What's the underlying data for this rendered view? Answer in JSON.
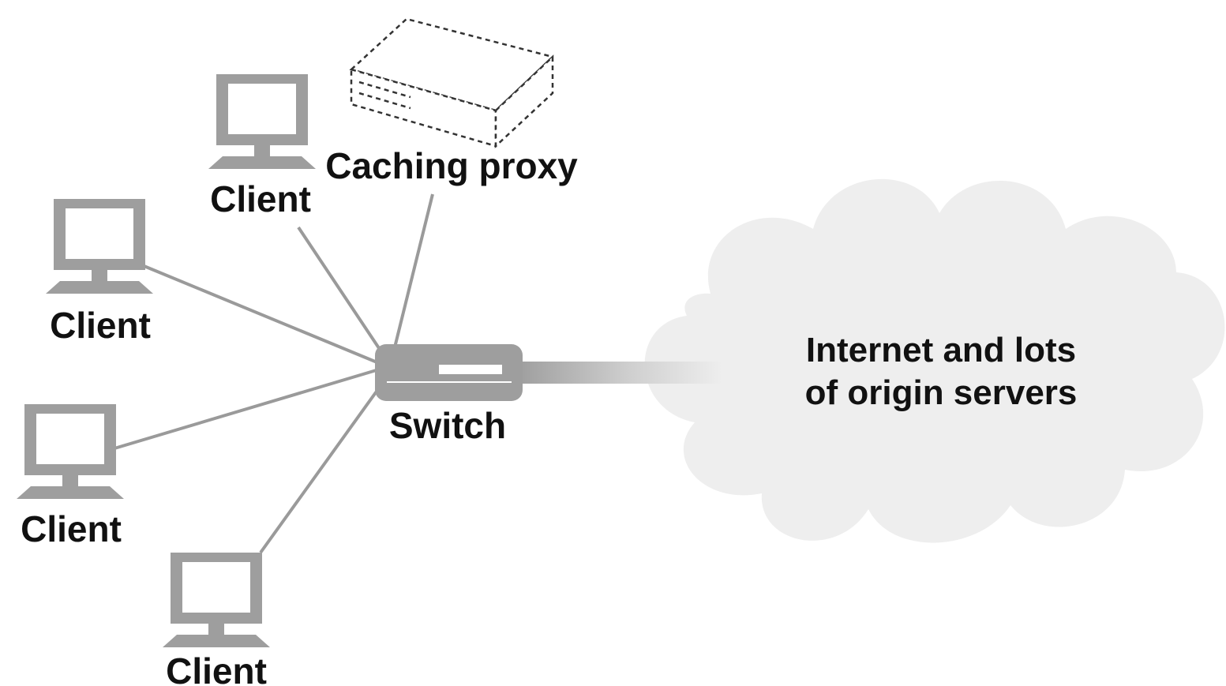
{
  "nodes": {
    "proxy": {
      "label": "Caching proxy",
      "icon": "caching-proxy-icon"
    },
    "switch": {
      "label": "Switch",
      "icon": "switch-icon"
    },
    "clients": [
      {
        "label": "Client",
        "icon": "computer-icon"
      },
      {
        "label": "Client",
        "icon": "computer-icon"
      },
      {
        "label": "Client",
        "icon": "computer-icon"
      },
      {
        "label": "Client",
        "icon": "computer-icon"
      }
    ],
    "internet": {
      "label_lines": [
        "Internet and lots",
        "of origin servers"
      ],
      "icon": "cloud-icon"
    }
  },
  "colors": {
    "device_gray": "#9e9e9e",
    "line_gray": "#9a9a9a",
    "cloud_fill": "#eeeeee",
    "text": "#111111"
  }
}
